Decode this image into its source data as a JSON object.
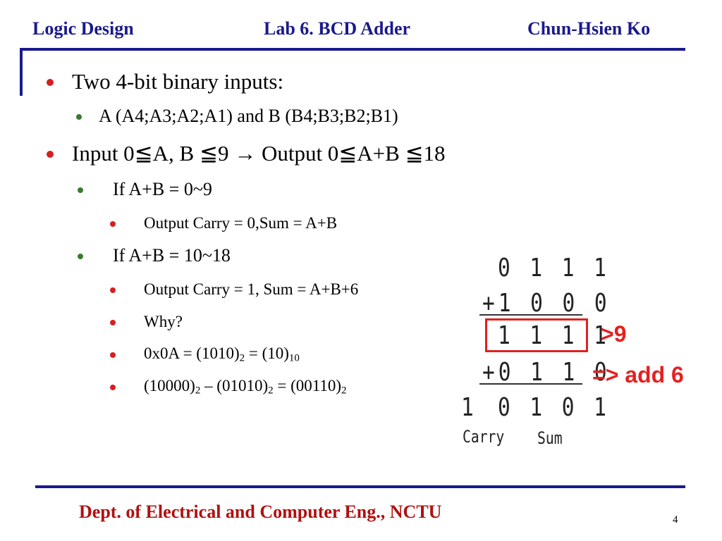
{
  "header": {
    "course": "Logic Design",
    "lab": "Lab 6. BCD Adder",
    "author": "Chun-Hsien Ko"
  },
  "bullets": {
    "b1": "Two 4-bit binary inputs:",
    "b1_1": "A (A4;A3;A2;A1) and B (B4;B3;B2;B1)",
    "b2": "Input 0≦A, B ≦9 → Output 0≦A+B ≦18",
    "b2_1": "If A+B = 0~9",
    "b2_1_1": "Output Carry = 0,Sum = A+B",
    "b2_2": "If A+B = 10~18",
    "b2_2_1": "Output Carry = 1, Sum = A+B+6",
    "b2_2_2": "Why?",
    "b2_2_3": {
      "a": "0x0A = (1010)",
      "a_sub": "2",
      "b": " = (10)",
      "b_sub": "10"
    },
    "b2_2_4": {
      "a": "(10000)",
      "a_sub": "2",
      "b": " – (01010)",
      "b_sub": "2",
      "c": " = (00110)",
      "c_sub": "2"
    }
  },
  "figure": {
    "row1": "0 1 1 1",
    "row2": "+1 0 0 0",
    "row3": "1 1 1 1",
    "row4": "+0 1 1 0",
    "row5_carry": "1",
    "row5_sum": "0 1 0 1",
    "label_carry": "Carry",
    "label_sum": "Sum",
    "anno1": ">9",
    "anno2": "=> add 6"
  },
  "footer": {
    "dept": "Dept. of Electrical and Computer Eng., NCTU",
    "page": "4"
  },
  "colors": {
    "header_blue": "#1a1a8c",
    "footer_red": "#b01010",
    "bullet_red": "#d42020",
    "bullet_green": "#3a7a30",
    "annotation_red": "#e62020"
  }
}
